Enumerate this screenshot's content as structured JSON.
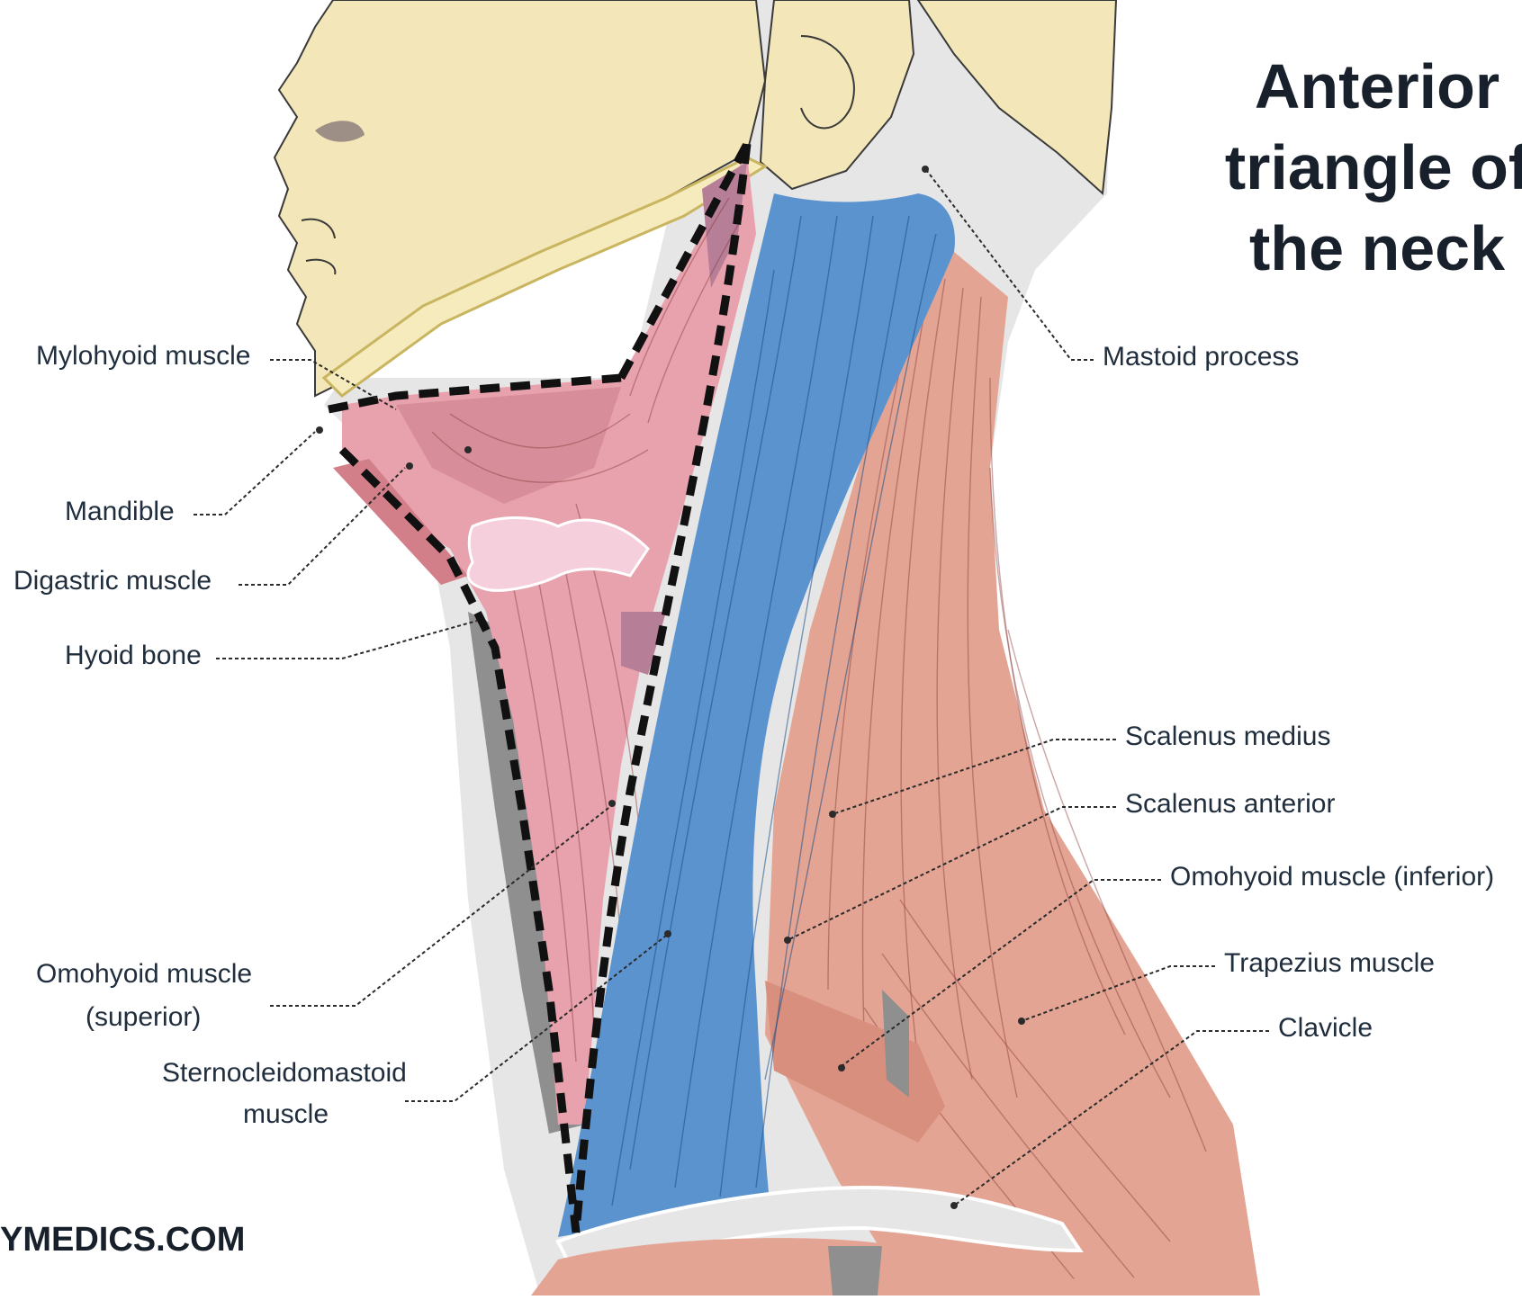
{
  "title_lines": [
    "Anterior",
    "triangle of",
    "the neck"
  ],
  "labels": {
    "mylohyoid": "Mylohyoid muscle",
    "mandible": "Mandible",
    "digastric": "Digastric muscle",
    "hyoid": "Hyoid bone",
    "omohyoid_sup_1": "Omohyoid muscle",
    "omohyoid_sup_2": "(superior)",
    "scm_1": "Sternocleidomastoid",
    "scm_2": "muscle",
    "mastoid": "Mastoid process",
    "scalenus_medius": "Scalenus medius",
    "scalenus_anterior": "Scalenus anterior",
    "omohyoid_inf": "Omohyoid muscle (inferior)",
    "trapezius": "Trapezius muscle",
    "clavicle": "Clavicle"
  },
  "watermark": "YMEDICS.COM",
  "colors": {
    "skin": "#f3e6b8",
    "skin_outline": "#3a3a3a",
    "pale_fill": "#e6e6e6",
    "pink_muscle": "#e8a2ad",
    "salmon_muscle": "#e3a493",
    "scm_blue": "#5b93cf",
    "hyoid": "#f5d0dc",
    "grey_deep": "#8f8f8f",
    "dashed_border": "#111111"
  }
}
